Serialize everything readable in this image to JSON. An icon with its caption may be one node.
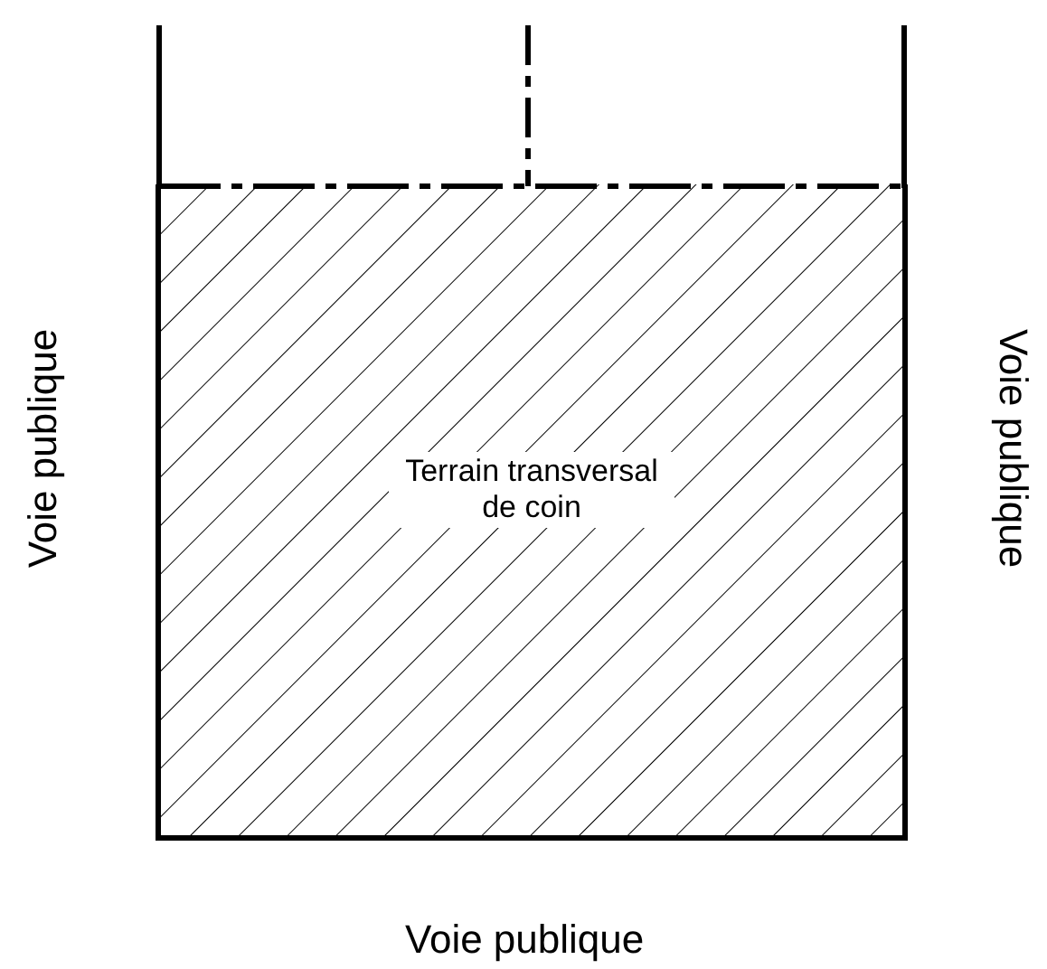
{
  "diagram": {
    "nodes": [
      {
        "text": [
          "Terrain transversal de coin"
        ]
      }
    ],
    "labels": [
      "Voie publique",
      "Voie publique",
      "Voie publique"
    ]
  }
}
